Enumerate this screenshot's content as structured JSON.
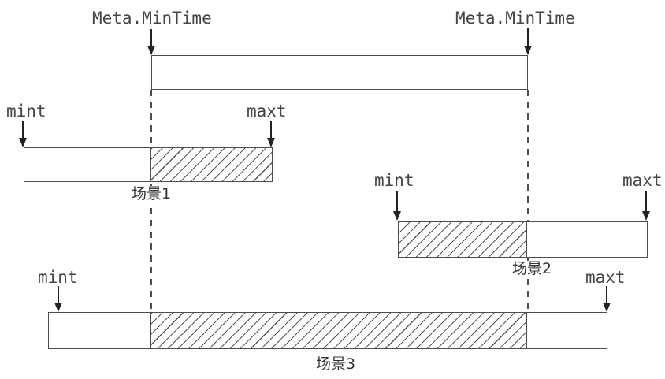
{
  "labels": {
    "meta_min_time_1": "Meta.MinTime",
    "meta_min_time_2": "Meta.MinTime"
  },
  "scenarios": [
    {
      "name": "场景1",
      "min_label": "mint",
      "max_label": "maxt"
    },
    {
      "name": "场景2",
      "min_label": "mint",
      "max_label": "maxt"
    },
    {
      "name": "场景3",
      "min_label": "mint",
      "max_label": "maxt"
    }
  ],
  "colors": {
    "background": "#ffffff",
    "line": "#4d4d4d",
    "text": "#454545",
    "arrow": "#222222",
    "hatch": "#555555"
  }
}
